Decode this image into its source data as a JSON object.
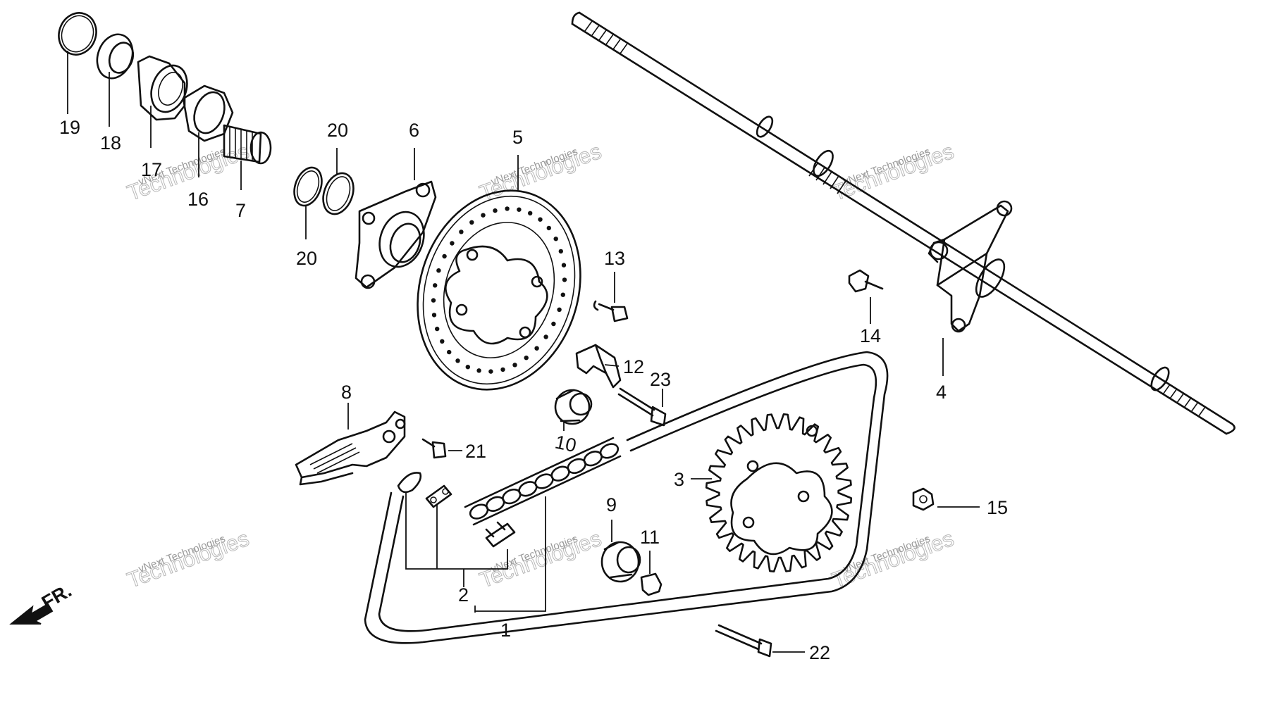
{
  "callouts": {
    "c1": "1",
    "c2": "2",
    "c3": "3",
    "c4": "4",
    "c5": "5",
    "c6": "6",
    "c7": "7",
    "c8": "8",
    "c9": "9",
    "c10": "10",
    "c11": "11",
    "c12": "12",
    "c13": "13",
    "c14": "14",
    "c15": "15",
    "c16": "16",
    "c17": "17",
    "c18": "18",
    "c19": "19",
    "c20a": "20",
    "c20b": "20",
    "c21": "21",
    "c22": "22",
    "c23": "23"
  },
  "front_arrow": {
    "label": "FR."
  },
  "watermark": {
    "line1": "vNext Technologies",
    "line2": "Technologies",
    "line_top": "vNext"
  }
}
